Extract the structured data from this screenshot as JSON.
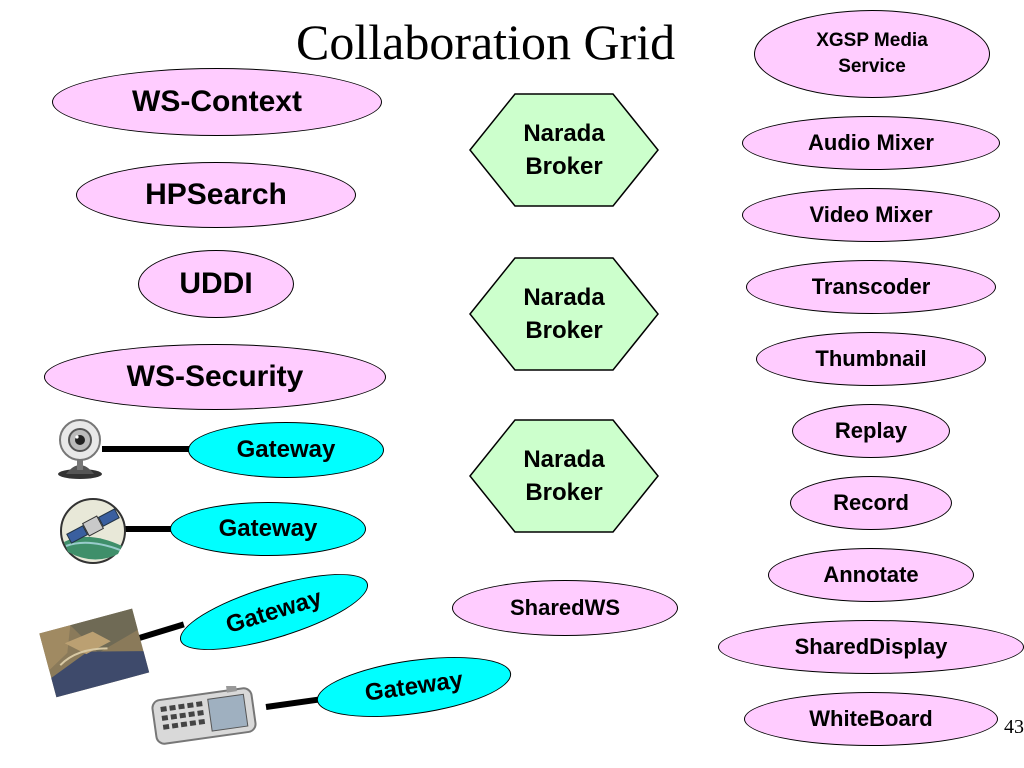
{
  "title": "Collaboration Grid",
  "page_number": "43",
  "left_services": [
    "WS-Context",
    "HPSearch",
    "UDDI",
    "WS-Security"
  ],
  "gateways": [
    "Gateway",
    "Gateway",
    "Gateway",
    "Gateway"
  ],
  "brokers": [
    {
      "line1": "Narada",
      "line2": "Broker"
    },
    {
      "line1": "Narada",
      "line2": "Broker"
    },
    {
      "line1": "Narada",
      "line2": "Broker"
    }
  ],
  "shared_ws": "SharedWS",
  "xgsp": {
    "line1": "XGSP Media",
    "line2": "Service"
  },
  "right_services": [
    "Audio Mixer",
    "Video Mixer",
    "Transcoder",
    "Thumbnail",
    "Replay",
    "Record",
    "Annotate",
    "SharedDisplay",
    "WhiteBoard"
  ],
  "icons": [
    "webcam-icon",
    "satellite-icon",
    "terrain-map-icon",
    "pda-phone-icon"
  ],
  "colors": {
    "service_fill": "#ffccff",
    "gateway_fill": "#00ffff",
    "broker_fill": "#ccffcc"
  }
}
